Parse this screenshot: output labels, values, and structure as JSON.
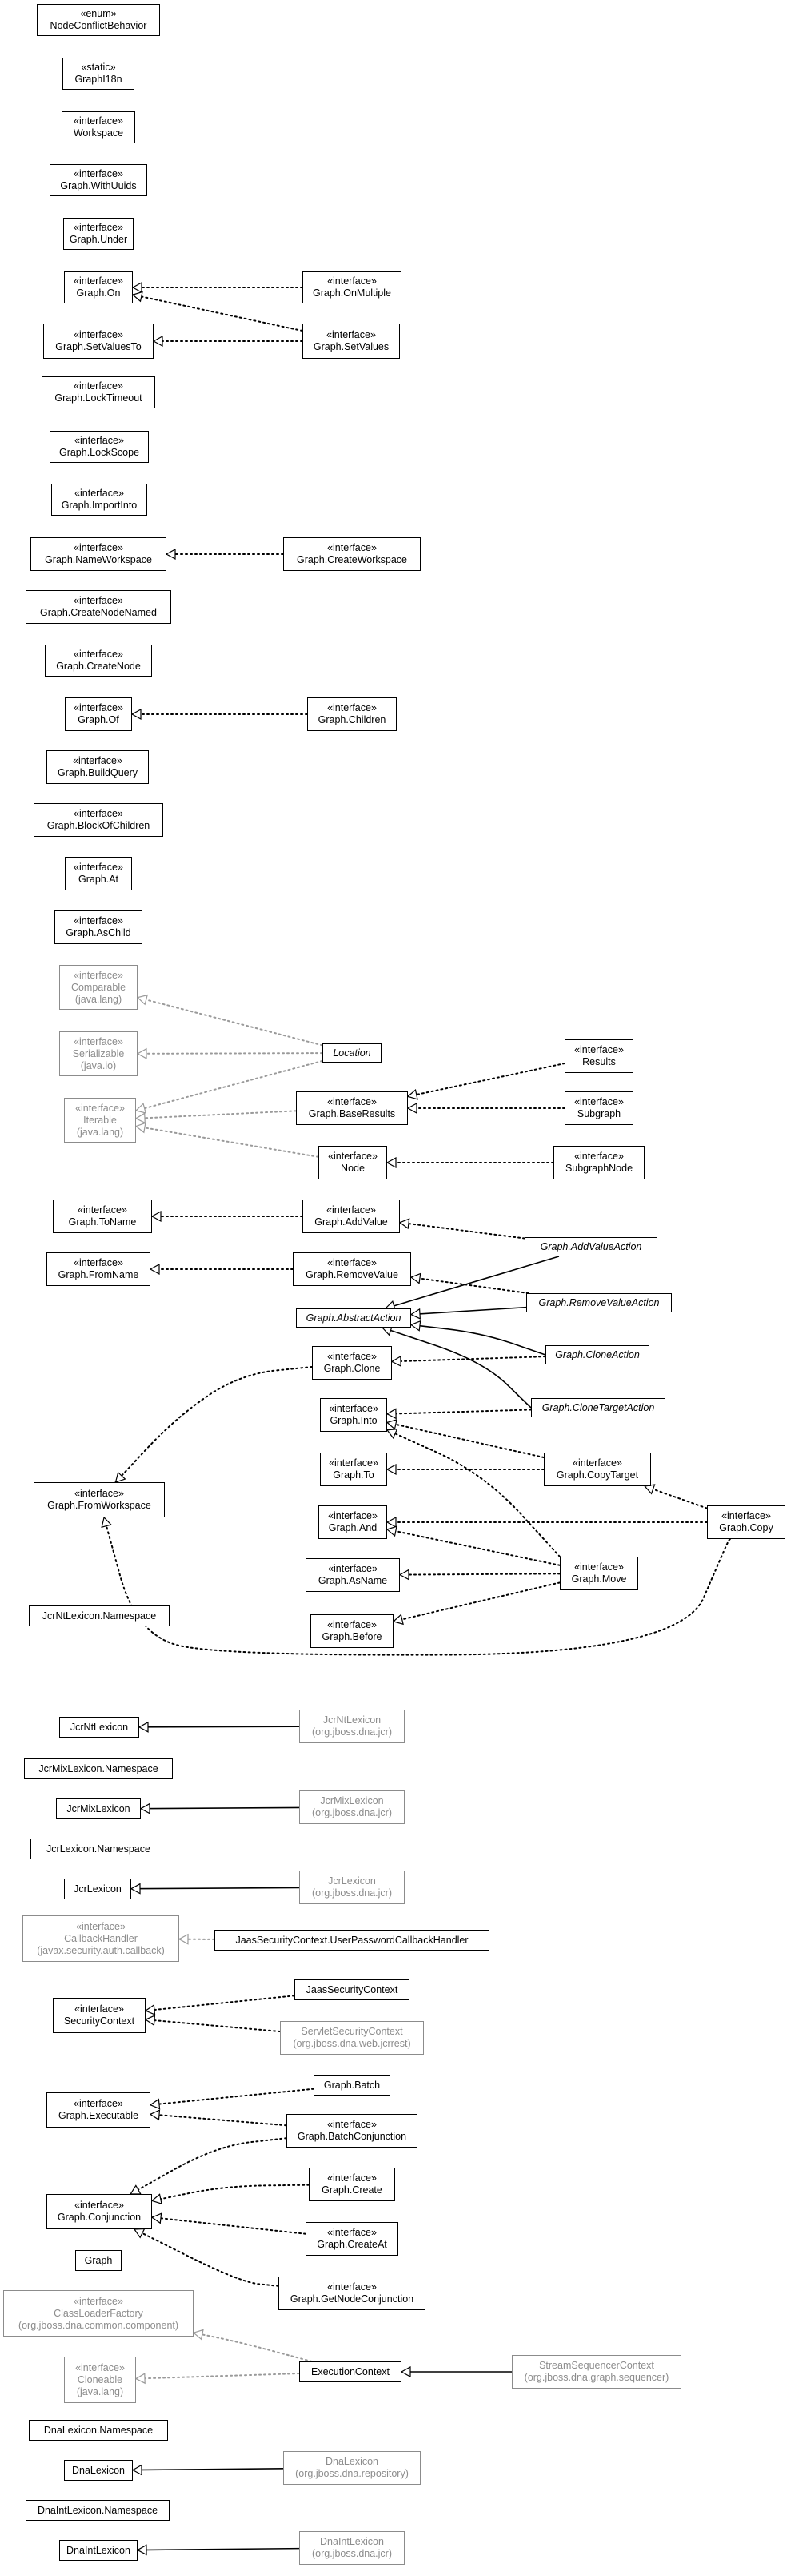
{
  "nodes": [
    {
      "id": "NodeConflictBehavior",
      "stereotype": "«enum»",
      "name": "NodeConflictBehavior"
    },
    {
      "id": "GraphI18n",
      "stereotype": "«static»",
      "name": "GraphI18n"
    },
    {
      "id": "Workspace",
      "stereotype": "«interface»",
      "name": "Workspace"
    },
    {
      "id": "WithUuids",
      "stereotype": "«interface»",
      "name": "Graph.WithUuids"
    },
    {
      "id": "Under",
      "stereotype": "«interface»",
      "name": "Graph.Under"
    },
    {
      "id": "On",
      "stereotype": "«interface»",
      "name": "Graph.On"
    },
    {
      "id": "OnMultiple",
      "stereotype": "«interface»",
      "name": "Graph.OnMultiple"
    },
    {
      "id": "SetValuesTo",
      "stereotype": "«interface»",
      "name": "Graph.SetValuesTo"
    },
    {
      "id": "SetValues",
      "stereotype": "«interface»",
      "name": "Graph.SetValues"
    },
    {
      "id": "LockTimeout",
      "stereotype": "«interface»",
      "name": "Graph.LockTimeout"
    },
    {
      "id": "LockScope",
      "stereotype": "«interface»",
      "name": "Graph.LockScope"
    },
    {
      "id": "ImportInto",
      "stereotype": "«interface»",
      "name": "Graph.ImportInto"
    },
    {
      "id": "NameWorkspace",
      "stereotype": "«interface»",
      "name": "Graph.NameWorkspace"
    },
    {
      "id": "CreateWorkspace",
      "stereotype": "«interface»",
      "name": "Graph.CreateWorkspace"
    },
    {
      "id": "CreateNodeNamed",
      "stereotype": "«interface»",
      "name": "Graph.CreateNodeNamed"
    },
    {
      "id": "CreateNode",
      "stereotype": "«interface»",
      "name": "Graph.CreateNode"
    },
    {
      "id": "Of",
      "stereotype": "«interface»",
      "name": "Graph.Of"
    },
    {
      "id": "Children",
      "stereotype": "«interface»",
      "name": "Graph.Children"
    },
    {
      "id": "BuildQuery",
      "stereotype": "«interface»",
      "name": "Graph.BuildQuery"
    },
    {
      "id": "BlockOfChildren",
      "stereotype": "«interface»",
      "name": "Graph.BlockOfChildren"
    },
    {
      "id": "At",
      "stereotype": "«interface»",
      "name": "Graph.At"
    },
    {
      "id": "AsChild",
      "stereotype": "«interface»",
      "name": "Graph.AsChild"
    },
    {
      "id": "Comparable",
      "stereotype": "«interface»",
      "name": "Comparable",
      "package": "(java.lang)",
      "external": true
    },
    {
      "id": "Serializable",
      "stereotype": "«interface»",
      "name": "Serializable",
      "package": "(java.io)",
      "external": true
    },
    {
      "id": "Iterable",
      "stereotype": "«interface»",
      "name": "Iterable",
      "package": "(java.lang)",
      "external": true
    },
    {
      "id": "Location",
      "name": "Location",
      "italic": true
    },
    {
      "id": "Results",
      "stereotype": "«interface»",
      "name": "Results"
    },
    {
      "id": "BaseResults",
      "stereotype": "«interface»",
      "name": "Graph.BaseResults"
    },
    {
      "id": "Subgraph",
      "stereotype": "«interface»",
      "name": "Subgraph"
    },
    {
      "id": "NodeI",
      "stereotype": "«interface»",
      "name": "Node"
    },
    {
      "id": "SubgraphNode",
      "stereotype": "«interface»",
      "name": "SubgraphNode"
    },
    {
      "id": "ToName",
      "stereotype": "«interface»",
      "name": "Graph.ToName"
    },
    {
      "id": "AddValue",
      "stereotype": "«interface»",
      "name": "Graph.AddValue"
    },
    {
      "id": "AddValueAction",
      "name": "Graph.AddValueAction",
      "italic": true
    },
    {
      "id": "FromName",
      "stereotype": "«interface»",
      "name": "Graph.FromName"
    },
    {
      "id": "RemoveValue",
      "stereotype": "«interface»",
      "name": "Graph.RemoveValue"
    },
    {
      "id": "RemoveValueAction",
      "name": "Graph.RemoveValueAction",
      "italic": true
    },
    {
      "id": "AbstractAction",
      "name": "Graph.AbstractAction",
      "italic": true
    },
    {
      "id": "Clone",
      "stereotype": "«interface»",
      "name": "Graph.Clone"
    },
    {
      "id": "CloneAction",
      "name": "Graph.CloneAction",
      "italic": true
    },
    {
      "id": "Into",
      "stereotype": "«interface»",
      "name": "Graph.Into"
    },
    {
      "id": "CloneTargetAction",
      "name": "Graph.CloneTargetAction",
      "italic": true
    },
    {
      "id": "FromWorkspace",
      "stereotype": "«interface»",
      "name": "Graph.FromWorkspace"
    },
    {
      "id": "To",
      "stereotype": "«interface»",
      "name": "Graph.To"
    },
    {
      "id": "CopyTarget",
      "stereotype": "«interface»",
      "name": "Graph.CopyTarget"
    },
    {
      "id": "And",
      "stereotype": "«interface»",
      "name": "Graph.And"
    },
    {
      "id": "Copy",
      "stereotype": "«interface»",
      "name": "Graph.Copy"
    },
    {
      "id": "AsName",
      "stereotype": "«interface»",
      "name": "Graph.AsName"
    },
    {
      "id": "Move",
      "stereotype": "«interface»",
      "name": "Graph.Move"
    },
    {
      "id": "JcrNtNs",
      "name": "JcrNtLexicon.Namespace"
    },
    {
      "id": "Before",
      "stereotype": "«interface»",
      "name": "Graph.Before"
    },
    {
      "id": "JcrNtLexicon",
      "name": "JcrNtLexicon"
    },
    {
      "id": "JcrNtLexiconExt",
      "name": "JcrNtLexicon",
      "package": "(org.jboss.dna.jcr)",
      "external": true
    },
    {
      "id": "JcrMixNs",
      "name": "JcrMixLexicon.Namespace"
    },
    {
      "id": "JcrMixLexicon",
      "name": "JcrMixLexicon"
    },
    {
      "id": "JcrMixLexiconExt",
      "name": "JcrMixLexicon",
      "package": "(org.jboss.dna.jcr)",
      "external": true
    },
    {
      "id": "JcrLexNs",
      "name": "JcrLexicon.Namespace"
    },
    {
      "id": "JcrLexicon",
      "name": "JcrLexicon"
    },
    {
      "id": "JcrLexiconExt",
      "name": "JcrLexicon",
      "package": "(org.jboss.dna.jcr)",
      "external": true
    },
    {
      "id": "CallbackHandler",
      "stereotype": "«interface»",
      "name": "CallbackHandler",
      "package": "(javax.security.auth.callback)",
      "external": true
    },
    {
      "id": "JaasUPCH",
      "name": "JaasSecurityContext.UserPasswordCallbackHandler"
    },
    {
      "id": "JaasSecurityContext",
      "name": "JaasSecurityContext"
    },
    {
      "id": "SecurityContext",
      "stereotype": "«interface»",
      "name": "SecurityContext"
    },
    {
      "id": "ServletSecurityContext",
      "name": "ServletSecurityContext",
      "package": "(org.jboss.dna.web.jcrrest)",
      "external": true
    },
    {
      "id": "Batch",
      "name": "Graph.Batch"
    },
    {
      "id": "Executable",
      "stereotype": "«interface»",
      "name": "Graph.Executable"
    },
    {
      "id": "BatchConjunction",
      "stereotype": "«interface»",
      "name": "Graph.BatchConjunction"
    },
    {
      "id": "Create",
      "stereotype": "«interface»",
      "name": "Graph.Create"
    },
    {
      "id": "Conjunction",
      "stereotype": "«interface»",
      "name": "Graph.Conjunction"
    },
    {
      "id": "CreateAt",
      "stereotype": "«interface»",
      "name": "Graph.CreateAt"
    },
    {
      "id": "Graph",
      "name": "Graph"
    },
    {
      "id": "GetNodeConjunction",
      "stereotype": "«interface»",
      "name": "Graph.GetNodeConjunction"
    },
    {
      "id": "ClassLoaderFactory",
      "stereotype": "«interface»",
      "name": "ClassLoaderFactory",
      "package": "(org.jboss.dna.common.component)",
      "external": true
    },
    {
      "id": "Cloneable",
      "stereotype": "«interface»",
      "name": "Cloneable",
      "package": "(java.lang)",
      "external": true
    },
    {
      "id": "ExecutionContext",
      "name": "ExecutionContext"
    },
    {
      "id": "StreamSequencerContext",
      "name": "StreamSequencerContext",
      "package": "(org.jboss.dna.graph.sequencer)",
      "external": true
    },
    {
      "id": "DnaLexNs",
      "name": "DnaLexicon.Namespace"
    },
    {
      "id": "DnaLexicon",
      "name": "DnaLexicon"
    },
    {
      "id": "DnaLexiconExt",
      "name": "DnaLexicon",
      "package": "(org.jboss.dna.repository)",
      "external": true
    },
    {
      "id": "DnaIntNs",
      "name": "DnaIntLexicon.Namespace"
    },
    {
      "id": "DnaIntLexicon",
      "name": "DnaIntLexicon"
    },
    {
      "id": "DnaIntLexiconExt",
      "name": "DnaIntLexicon",
      "package": "(org.jboss.dna.jcr)",
      "external": true
    }
  ],
  "edges": [
    {
      "from": "OnMultiple",
      "to": "On",
      "kind": "realization"
    },
    {
      "from": "SetValues",
      "to": "On",
      "kind": "realization"
    },
    {
      "from": "SetValues",
      "to": "SetValuesTo",
      "kind": "realization"
    },
    {
      "from": "CreateWorkspace",
      "to": "NameWorkspace",
      "kind": "realization"
    },
    {
      "from": "Children",
      "to": "Of",
      "kind": "realization"
    },
    {
      "from": "Location",
      "to": "Comparable",
      "kind": "realization",
      "external": true
    },
    {
      "from": "Location",
      "to": "Serializable",
      "kind": "realization",
      "external": true
    },
    {
      "from": "Location",
      "to": "Iterable",
      "kind": "realization",
      "external": true
    },
    {
      "from": "BaseResults",
      "to": "Iterable",
      "kind": "realization",
      "external": true
    },
    {
      "from": "NodeI",
      "to": "Iterable",
      "kind": "realization",
      "external": true
    },
    {
      "from": "Results",
      "to": "BaseResults",
      "kind": "realization"
    },
    {
      "from": "Subgraph",
      "to": "BaseResults",
      "kind": "realization"
    },
    {
      "from": "SubgraphNode",
      "to": "NodeI",
      "kind": "realization"
    },
    {
      "from": "AddValue",
      "to": "ToName",
      "kind": "realization"
    },
    {
      "from": "AddValueAction",
      "to": "AddValue",
      "kind": "realization"
    },
    {
      "from": "AddValueAction",
      "to": "AbstractAction",
      "kind": "generalization"
    },
    {
      "from": "RemoveValue",
      "to": "FromName",
      "kind": "realization"
    },
    {
      "from": "RemoveValueAction",
      "to": "RemoveValue",
      "kind": "realization"
    },
    {
      "from": "RemoveValueAction",
      "to": "AbstractAction",
      "kind": "generalization"
    },
    {
      "from": "CloneAction",
      "to": "AbstractAction",
      "kind": "generalization"
    },
    {
      "from": "CloneTargetAction",
      "to": "AbstractAction",
      "kind": "generalization"
    },
    {
      "from": "CloneAction",
      "to": "Clone",
      "kind": "realization"
    },
    {
      "from": "CloneTargetAction",
      "to": "Into",
      "kind": "realization"
    },
    {
      "from": "Clone",
      "to": "FromWorkspace",
      "kind": "realization"
    },
    {
      "from": "Copy",
      "to": "FromWorkspace",
      "kind": "realization"
    },
    {
      "from": "CopyTarget",
      "to": "Into",
      "kind": "realization"
    },
    {
      "from": "CopyTarget",
      "to": "To",
      "kind": "realization"
    },
    {
      "from": "Copy",
      "to": "CopyTarget",
      "kind": "realization"
    },
    {
      "from": "Copy",
      "to": "And",
      "kind": "realization"
    },
    {
      "from": "Move",
      "to": "Into",
      "kind": "realization"
    },
    {
      "from": "Move",
      "to": "And",
      "kind": "realization"
    },
    {
      "from": "Move",
      "to": "AsName",
      "kind": "realization"
    },
    {
      "from": "Move",
      "to": "Before",
      "kind": "realization"
    },
    {
      "from": "JcrNtLexiconExt",
      "to": "JcrNtLexicon",
      "kind": "generalization"
    },
    {
      "from": "JcrMixLexiconExt",
      "to": "JcrMixLexicon",
      "kind": "generalization"
    },
    {
      "from": "JcrLexiconExt",
      "to": "JcrLexicon",
      "kind": "generalization"
    },
    {
      "from": "JaasUPCH",
      "to": "CallbackHandler",
      "kind": "realization",
      "external": true
    },
    {
      "from": "JaasSecurityContext",
      "to": "SecurityContext",
      "kind": "realization"
    },
    {
      "from": "ServletSecurityContext",
      "to": "SecurityContext",
      "kind": "realization"
    },
    {
      "from": "Batch",
      "to": "Executable",
      "kind": "realization"
    },
    {
      "from": "BatchConjunction",
      "to": "Executable",
      "kind": "realization"
    },
    {
      "from": "BatchConjunction",
      "to": "Conjunction",
      "kind": "realization"
    },
    {
      "from": "Create",
      "to": "Conjunction",
      "kind": "realization"
    },
    {
      "from": "CreateAt",
      "to": "Conjunction",
      "kind": "realization"
    },
    {
      "from": "GetNodeConjunction",
      "to": "Conjunction",
      "kind": "realization"
    },
    {
      "from": "ExecutionContext",
      "to": "ClassLoaderFactory",
      "kind": "realization",
      "external": true
    },
    {
      "from": "ExecutionContext",
      "to": "Cloneable",
      "kind": "realization",
      "external": true
    },
    {
      "from": "StreamSequencerContext",
      "to": "ExecutionContext",
      "kind": "generalization"
    },
    {
      "from": "DnaLexiconExt",
      "to": "DnaLexicon",
      "kind": "generalization"
    },
    {
      "from": "DnaIntLexiconExt",
      "to": "DnaIntLexicon",
      "kind": "generalization"
    }
  ]
}
